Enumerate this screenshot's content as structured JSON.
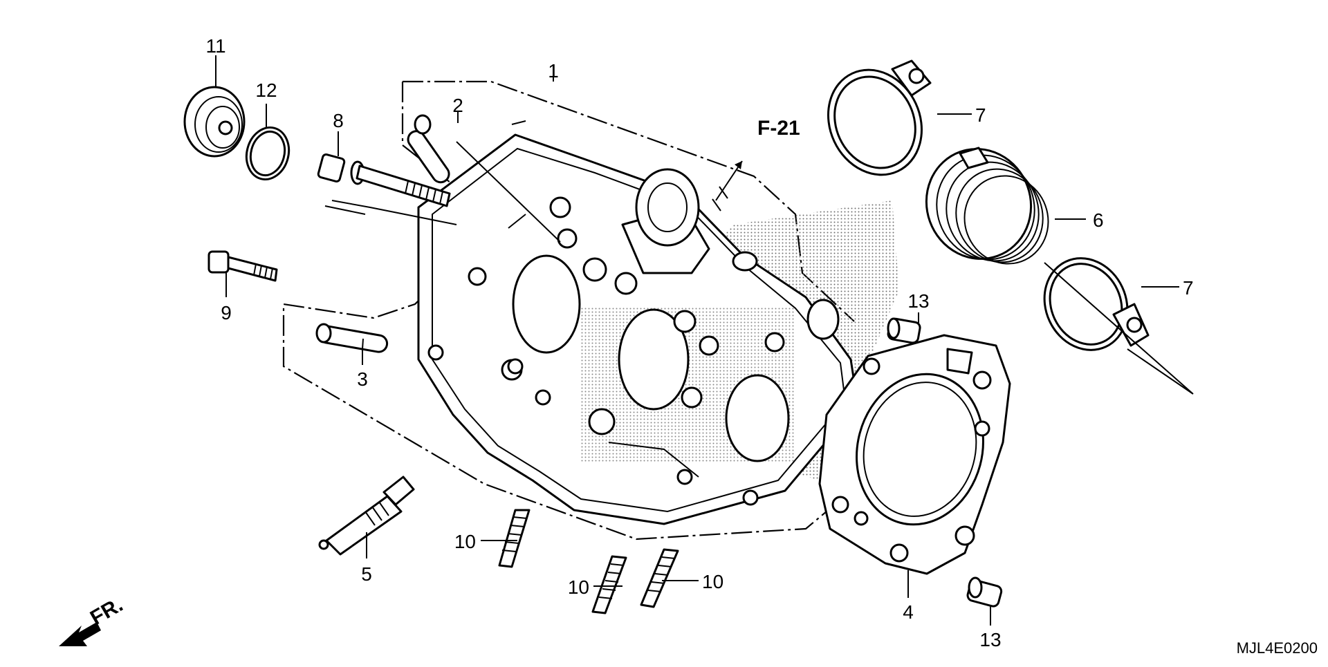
{
  "diagram": {
    "callouts": [
      {
        "id": "c1",
        "text": "1"
      },
      {
        "id": "c2",
        "text": "2"
      },
      {
        "id": "c3",
        "text": "3"
      },
      {
        "id": "c4",
        "text": "4"
      },
      {
        "id": "c5",
        "text": "5"
      },
      {
        "id": "c6",
        "text": "6"
      },
      {
        "id": "c7a",
        "text": "7"
      },
      {
        "id": "c7b",
        "text": "7"
      },
      {
        "id": "c8",
        "text": "8"
      },
      {
        "id": "c9",
        "text": "9"
      },
      {
        "id": "c10a",
        "text": "10"
      },
      {
        "id": "c10b",
        "text": "10"
      },
      {
        "id": "c10c",
        "text": "10"
      },
      {
        "id": "c11",
        "text": "11"
      },
      {
        "id": "c12",
        "text": "12"
      },
      {
        "id": "c13a",
        "text": "13"
      },
      {
        "id": "c13b",
        "text": "13"
      }
    ],
    "reference_label": "F-21",
    "front_label": "FR.",
    "diagram_code": "MJL4E0200"
  }
}
